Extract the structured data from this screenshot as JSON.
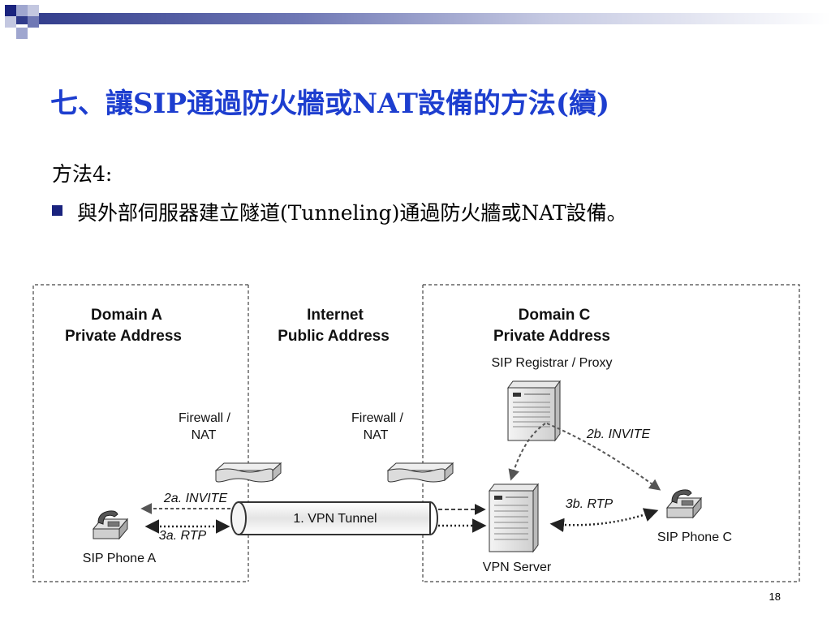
{
  "slide": {
    "title": "七、讓SIP通過防火牆或NAT設備的方法(續)",
    "method_label": "方法4:",
    "bullet": "與外部伺服器建立隧道(Tunneling)通過防火牆或NAT設備。",
    "page_number": "18",
    "accent_color": "#1d3ecf",
    "bullet_color": "#1a237e"
  },
  "diagram": {
    "zones": [
      {
        "title_line1": "Domain A",
        "title_line2": "Private Address"
      },
      {
        "title_line1": "Internet",
        "title_line2": "Public Address"
      },
      {
        "title_line1": "Domain C",
        "title_line2": "Private Address"
      }
    ],
    "firewalls": [
      {
        "label_line1": "Firewall /",
        "label_line2": "NAT"
      },
      {
        "label_line1": "Firewall /",
        "label_line2": "NAT"
      }
    ],
    "nodes": {
      "registrar": "SIP Registrar / Proxy",
      "vpn_server": "VPN Server",
      "phone_a": "SIP Phone A",
      "phone_c": "SIP Phone C"
    },
    "tunnel_label": "1. VPN Tunnel",
    "messages": {
      "invite_a": "2a. INVITE",
      "rtp_a": "3a. RTP",
      "invite_c": "2b. INVITE",
      "rtp_c": "3b. RTP"
    },
    "icons": [
      "server-icon",
      "phone-icon",
      "firewall-icon"
    ]
  }
}
